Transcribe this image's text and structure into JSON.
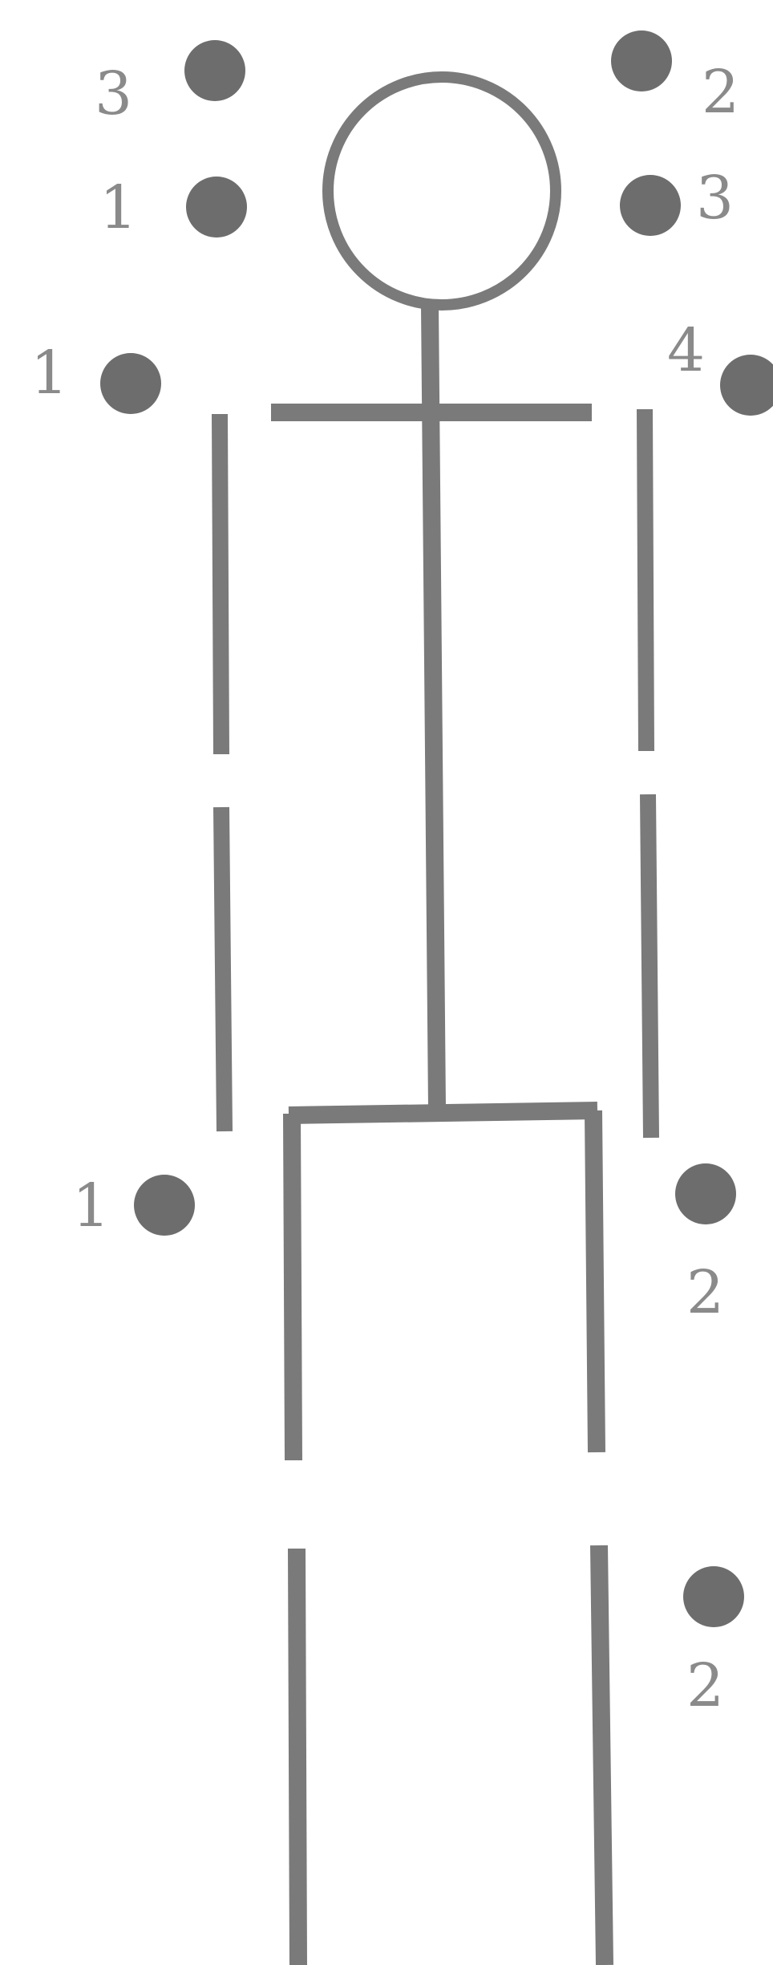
{
  "colors": {
    "figure": "#7a7a7a",
    "markers": "#6d6d6d",
    "labels": "#8a8a8a",
    "background": "#ffffff"
  },
  "markers": [
    {
      "id": "m1",
      "label": "3"
    },
    {
      "id": "m2",
      "label": "2"
    },
    {
      "id": "m3",
      "label": "1"
    },
    {
      "id": "m4",
      "label": "3"
    },
    {
      "id": "m5",
      "label": "1"
    },
    {
      "id": "m6",
      "label": "4"
    },
    {
      "id": "m7",
      "label": "1"
    },
    {
      "id": "m8",
      "label": "2"
    },
    {
      "id": "m9",
      "label": "2"
    }
  ]
}
